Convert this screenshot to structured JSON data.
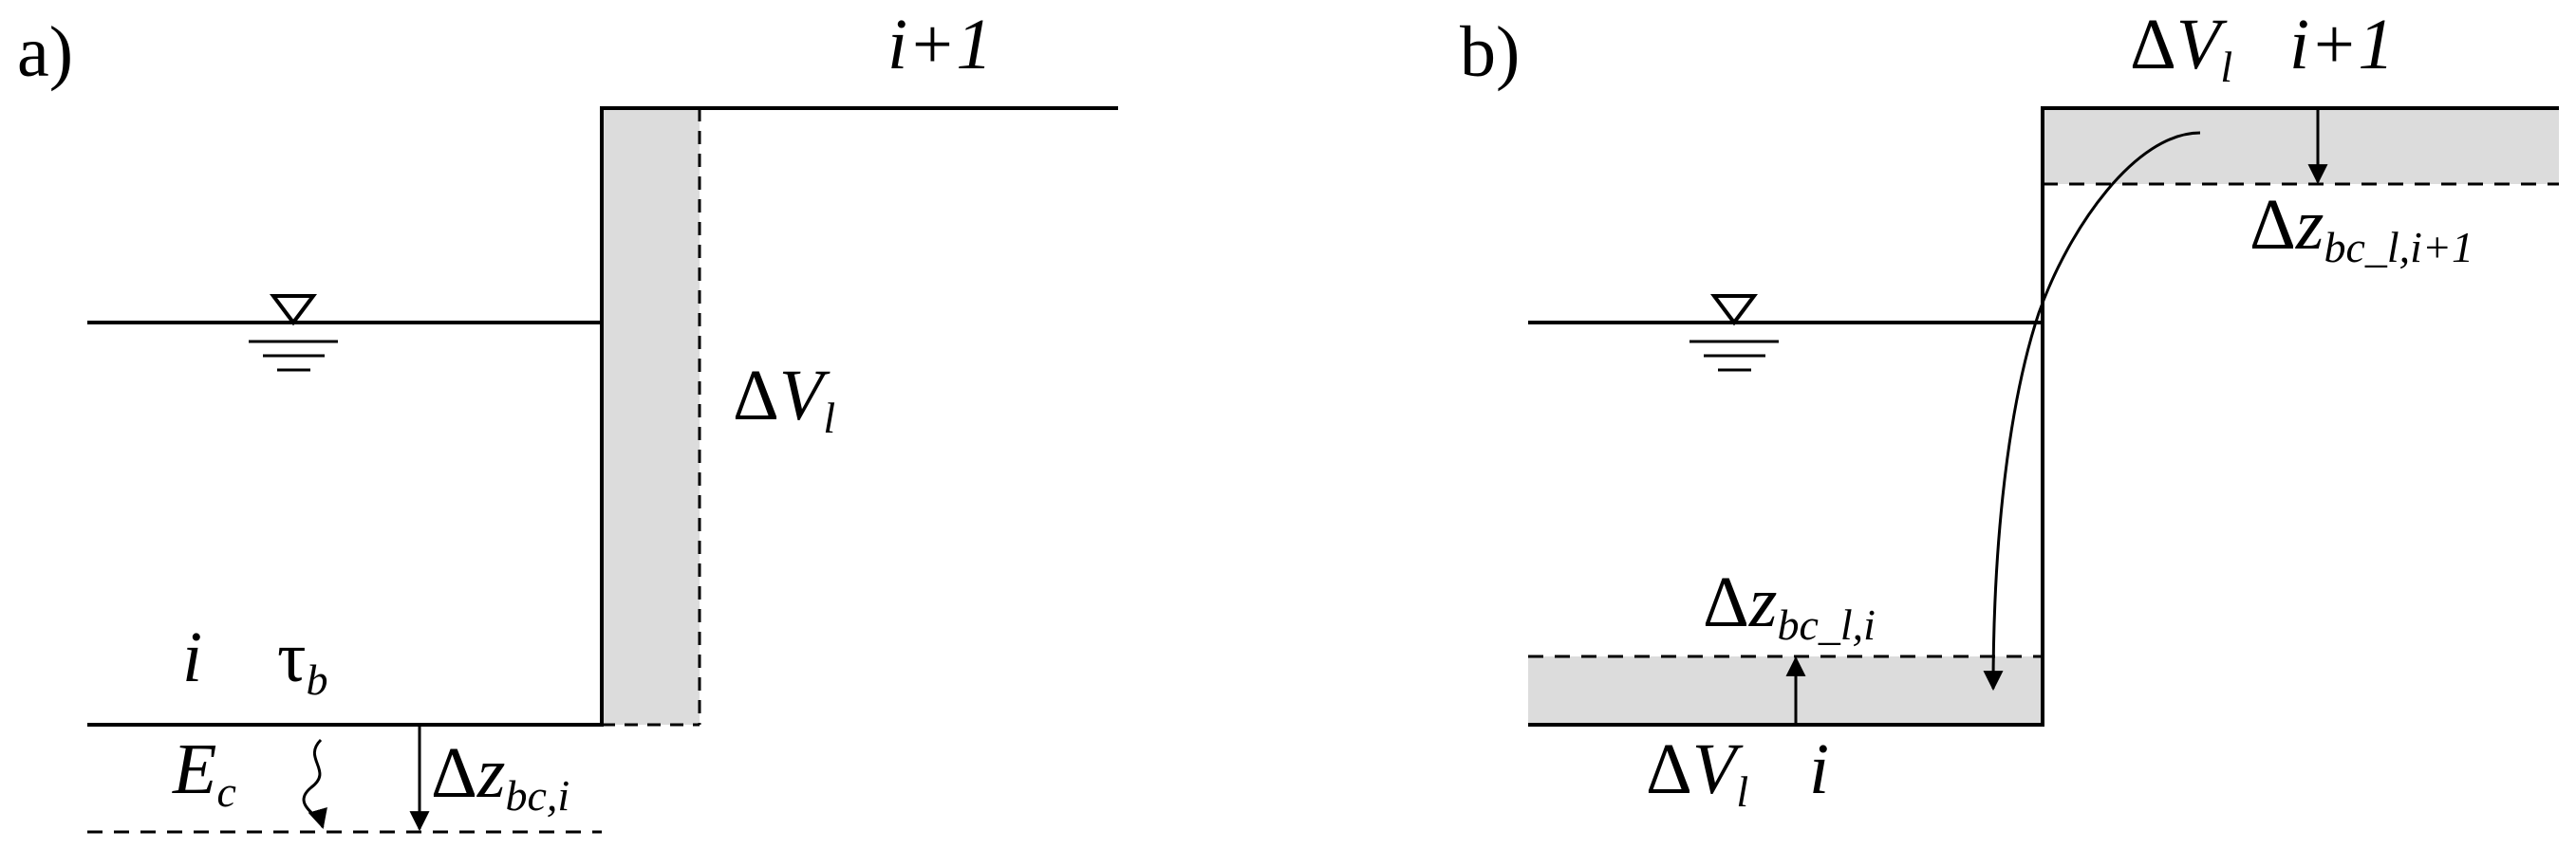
{
  "panel_a": {
    "letter": "a)",
    "cell_next": "i+1",
    "cell": "i",
    "tau": "τ",
    "tau_sub": "b",
    "erosion": "E",
    "erosion_sub": "c",
    "dv_delta": "Δ",
    "dv_var": "V",
    "dv_sub": "l",
    "dz_delta": "Δ",
    "dz_var": "z",
    "dz_sub": "bc,i"
  },
  "panel_b": {
    "letter": "b)",
    "top_dv_delta": "Δ",
    "top_dv_var": "V",
    "top_dv_sub": "l",
    "cell_next": "i+1",
    "top_dz_delta": "Δ",
    "top_dz_var": "z",
    "top_dz_sub": "bc_l,i+1",
    "bot_dz_delta": "Δ",
    "bot_dz_var": "z",
    "bot_dz_sub": "bc_l,i",
    "bot_dv_delta": "Δ",
    "bot_dv_var": "V",
    "bot_dv_sub": "l",
    "cell": "i"
  },
  "colors": {
    "line": "#000000",
    "shade": "#dcdcdc",
    "background": "#ffffff"
  }
}
